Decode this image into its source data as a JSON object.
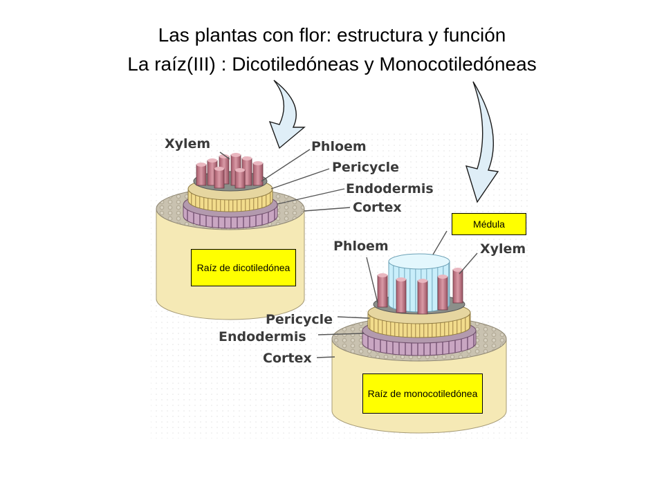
{
  "slide": {
    "title_line1": "Las plantas con flor: estructura y función",
    "title_line2": "La raíz(III) : Dicotiledóneas  y Monocotiledóneas"
  },
  "labels": {
    "dicot": "Raíz de dicotiledónea",
    "monocot": "Raíz de monocotiledónea",
    "medula": "Médula"
  },
  "diagram": {
    "dicot": {
      "xylem": "Xylem",
      "phloem": "Phloem",
      "pericycle": "Pericycle",
      "endodermis": "Endodermis",
      "cortex": "Cortex"
    },
    "monocot": {
      "phloem": "Phloem",
      "xylem": "Xylem",
      "pericycle": "Pericycle",
      "endodermis": "Endodermis",
      "cortex": "Cortex"
    }
  },
  "colors": {
    "label_bg": "#ffff00",
    "arrow_fill": "#dfeef7",
    "arrow_edge": "#1a1a1a",
    "cortex_body": "#f5e9b5",
    "cortex_top": "#cfc8b6",
    "endodermis": "#c9a6c2",
    "pericycle": "#f2dc8c",
    "xylem": "#c77f8f",
    "pith": "#c9eefa"
  }
}
